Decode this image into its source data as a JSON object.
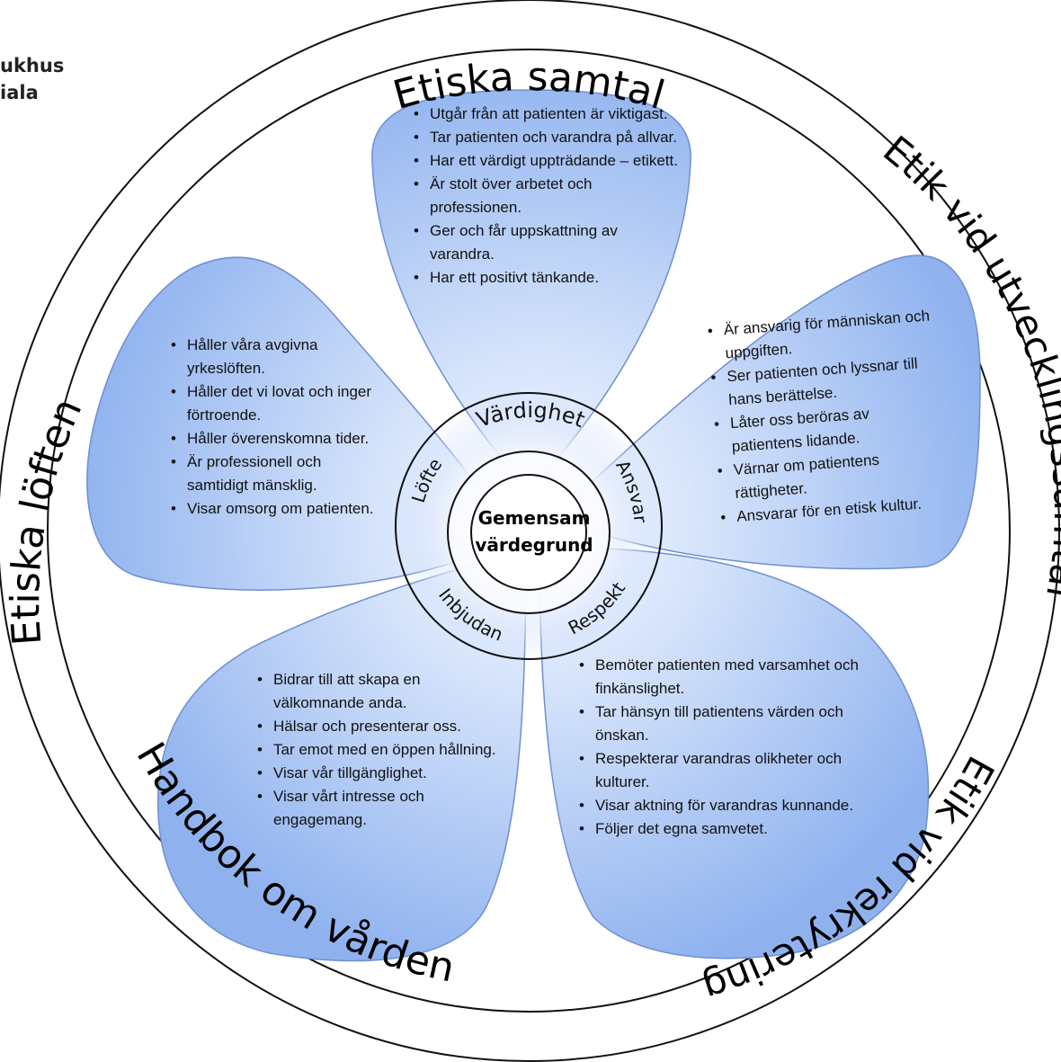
{
  "logo": {
    "line1": "ukhus",
    "line2": "iala"
  },
  "outer_ring": {
    "labels": [
      "Etiska samtal",
      "Etik vid utvecklingssamtal",
      "Etik vid rekrytering",
      "Handbok om vården",
      "Etiska löften"
    ]
  },
  "inner_ring": {
    "values": [
      "Värdighet",
      "Ansvar",
      "Respekt",
      "Inbjudan",
      "Löfte"
    ]
  },
  "center": {
    "line1": "Gemensam",
    "line2": "värdegrund"
  },
  "petals": {
    "top": [
      "Utgår från att patienten är viktigast.",
      "Tar patienten och varandra på allvar.",
      "Har ett värdigt uppträdande – etikett.",
      "Är stolt över arbetet och professionen.",
      "Ger och får uppskattning av varandra.",
      "Har ett positivt tänkande."
    ],
    "right": [
      "Är ansvarig för människan och uppgiften.",
      "Ser patienten och lyssnar till hans berättelse.",
      "Låter oss beröras av patientens lidande.",
      "Värnar om patientens rättigheter.",
      "Ansvarar för en etisk kultur."
    ],
    "bottom_right": [
      "Bemöter patienten med varsamhet och finkänslighet.",
      "Tar hänsyn till patientens värden och önskan.",
      "Respekterar varandras olikheter och kulturer.",
      "Visar aktning för varandras kunnande.",
      "Följer det egna samvetet."
    ],
    "bottom_left": [
      "Bidrar till att skapa en välkomnande anda.",
      "Hälsar och presenterar oss.",
      "Tar emot med en öppen hållning.",
      "Visar vår tillgänglighet.",
      "Visar vårt intresse och engagemang."
    ],
    "left": [
      "Håller våra avgivna yrkeslöften.",
      "Håller det vi lovat och inger förtroende.",
      "Håller överenskomna tider.",
      "Är professionell och samtidigt mänsklig.",
      "Visar omsorg om patienten."
    ]
  },
  "colors": {
    "petal_light": "#d6e4fb",
    "petal_dark": "#8fb2ef",
    "petal_edge": "#6f8fcf",
    "ring_line": "#111111"
  }
}
